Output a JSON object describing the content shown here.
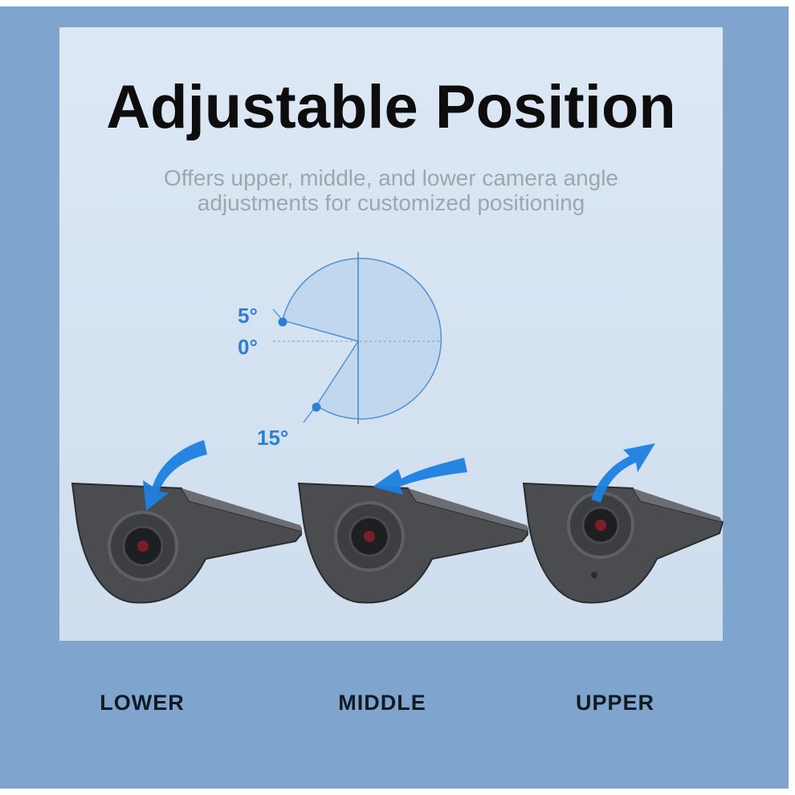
{
  "title": "Adjustable Position",
  "subtitle_lines": [
    "Offers upper, middle, and lower camera angle",
    "adjustments for customized positioning"
  ],
  "angles": {
    "upper": "5°",
    "zero": "0°",
    "lower": "15°"
  },
  "positions": {
    "lower": "LOWER",
    "middle": "MIDDLE",
    "upper": "UPPER"
  },
  "colors": {
    "background": "#7fa5cf",
    "panel": "#d7e4f2",
    "accent_blue": "#2f7fd1",
    "arrow_blue": "#1e7fe0",
    "camera_body": "#4a4c50"
  },
  "icons": [
    "angle-diagram",
    "down-arrow-icon",
    "left-arrow-icon",
    "up-arrow-icon",
    "camera-icon"
  ]
}
